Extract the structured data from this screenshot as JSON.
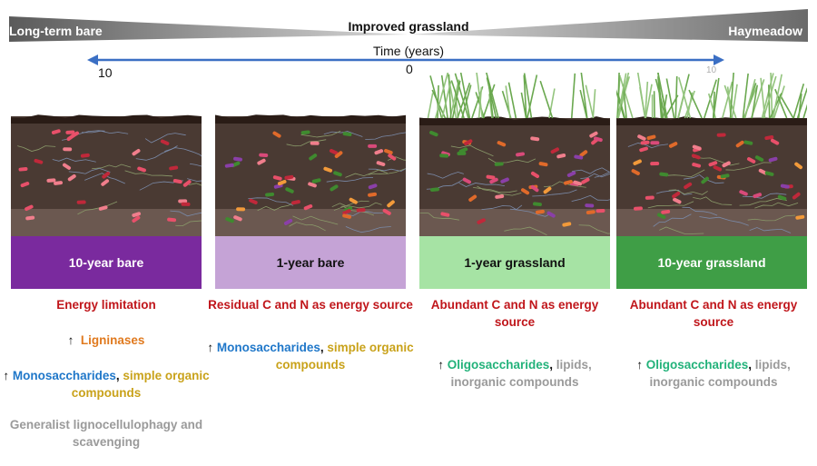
{
  "banner": {
    "left": "Long-term bare",
    "center": "Improved grassland",
    "right": "Haymeadow"
  },
  "timeline": {
    "label": "Time (years)",
    "left_value": "10",
    "zero": "0",
    "right_value": "10"
  },
  "panels": [
    {
      "label": "10-year bare",
      "band_color": "#7a2a9e",
      "text_color": "#ffffff"
    },
    {
      "label": "1-year bare",
      "band_color": "#c5a3d6",
      "text_color": "#111111"
    },
    {
      "label": "1-year grassland",
      "band_color": "#a6e3a4",
      "text_color": "#111111"
    },
    {
      "label": "10-year grassland",
      "band_color": "#3f9e46",
      "text_color": "#ffffff"
    }
  ],
  "columns": [
    {
      "energy": "Energy limitation",
      "ligninases": "Ligninases",
      "arrow": "↑",
      "compound_a": "Monosaccharides",
      "compound_b": "simple organic compounds",
      "foot": "Generalist lignocellulophagy and scavenging"
    },
    {
      "energy": "Residual C and N as energy source",
      "arrow": "↑",
      "compound_a": "Monosaccharides",
      "compound_b": "simple organic compounds"
    },
    {
      "energy": "Abundant C and N as energy source",
      "arrow": "↑",
      "compound_a": "Oligosaccharides",
      "compound_b": "lipids,",
      "compound_c": "inorganic compounds"
    },
    {
      "energy": "Abundant C and N as energy source",
      "arrow": "↑",
      "compound_a": "Oligosaccharides",
      "compound_b": "lipids,",
      "compound_c": "inorganic compounds"
    }
  ],
  "colors": {
    "energy": "#c0161b",
    "ligninases": "#e07a1f",
    "monosaccharides": "#1f77c9",
    "simple_organic": "#c9a21a",
    "oligosaccharides": "#22b27a",
    "inorganic": "#9a9a9a",
    "timeline_arrow": "#3b6fc4",
    "soil": "#4a3a33"
  }
}
